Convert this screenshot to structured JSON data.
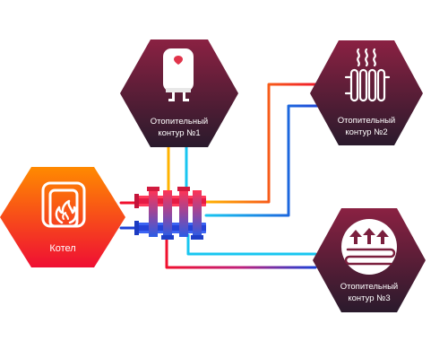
{
  "colors": {
    "hex_dark_top": "#7a1f3d",
    "hex_dark_bottom": "#2c1a2b",
    "boiler_top": "#ff7a00",
    "boiler_bottom": "#f0102e",
    "pipe_hot": "#f0102e",
    "pipe_warm": "#ffb300",
    "pipe_cold": "#1e40d6",
    "pipe_cyan": "#18c6f0"
  },
  "boiler": {
    "label": "Котел",
    "icon": "boiler-flame-icon"
  },
  "circuits": [
    {
      "id": "1",
      "line1": "Отопительный",
      "line2": "контур  №1",
      "icon": "water-heater-icon"
    },
    {
      "id": "2",
      "line1": "Отопительный",
      "line2": "контур  №2",
      "icon": "radiator-icon"
    },
    {
      "id": "3",
      "line1": "Отопительный",
      "line2": "контур  №3",
      "icon": "underfloor-heating-icon"
    }
  ],
  "manifold": {
    "icon": "hydraulic-manifold-icon"
  }
}
